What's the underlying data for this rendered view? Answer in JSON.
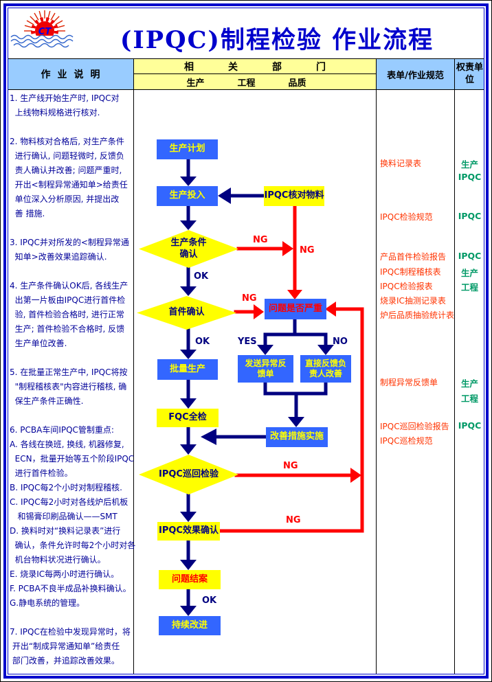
{
  "header": {
    "logo_text": "CT",
    "title": "(IPQC)制程检验  作业流程"
  },
  "table_headers": {
    "work_description": "作业说明",
    "related_departments": "相关部门",
    "departments": [
      "生产",
      "工程",
      "品质"
    ],
    "forms_specs": "表单/作业规范",
    "responsible_unit": "权责单位"
  },
  "work_description": {
    "text": "1. 生产线开始生产时, IPQC对\n  上线物料规格进行核对.\n\n2. 物料核对合格后, 对生产条件\n  进行确认, 问题轻微时, 反馈负\n  责人确认并改善; 问题严重时,\n  开出<制程异常通知单>给责任\n  单位深入分析原因, 并提出改\n  善 措施.\n\n3. IPQC并对所发的<制程异常通\n  知单>改善效果追踪确认.\n\n4. 生产条件确认OK后, 各线生产\n  出第一片板由IPQC进行首件检\n  验, 首件检验合格时, 进行正常\n  生产; 首件检验不合格时, 反馈\n  生产单位改善.\n\n5. 在批量正常生产中, IPQC将按\n  \"制程稽核表\"内容进行稽核, 确\n  保生产条件正确性.\n\n6. PCBA车间IPQC管制重点:\nA. 各线在换班, 换线, 机器修复,\n  ECN，批量开始等五个阶段IPQC\n  进行首件检验。\nB. IPQC每2个小时对制程稽核.\nC. IPQC每2小时对各线炉后机板\n   和锡膏印刷品确认——SMT\nD. 换料时对“换料记录表”进行\n  确认，条件允许时每2个小时对各\n  机台物料状况进行确认。\nE. 烧录IC每两小时进行确认。\nF. PCBA不良半成品补换料确认。\nG.静电系统的管理。\n\n7. IPQC在检验中发现异常时，将\n 开出“制成异常通知单”给责任\n 部门改善，并追踪改善效果。"
  },
  "flow": {
    "nodes": {
      "production_plan": "生产计划",
      "production_input": "生产投入",
      "ipqc_material_check": "IPQC核对物料",
      "production_condition_confirm": "生产条件\n确认",
      "first_article_confirm": "首件确认",
      "problem_serious": "问题是否严重",
      "send_abnormal_feedback": "发送异常反\n馈单",
      "direct_feedback_improve": "直接反馈负\n责人改善",
      "batch_production": "批量生产",
      "fqc_full_inspection": "FQC全检",
      "improvement_implementation": "改善措施实施",
      "ipqc_patrol_inspection": "IPQC巡回检验",
      "ipqc_effect_confirm": "IPQC效果确认",
      "problem_closed": "问题结案",
      "continuous_improvement": "持续改进"
    },
    "edge_labels": {
      "ng1": "NG",
      "ng2": "NG",
      "ng3": "NG",
      "ng4": "NG",
      "ng5": "NG",
      "yes": "YES",
      "no": "NO",
      "ok1": "OK",
      "ok2": "OK",
      "ok3": "OK"
    }
  },
  "forms": {
    "items": [
      "换料记录表",
      "IPQC检验规范",
      "产品首件检验报告",
      "IPQC制程稽核表",
      "IPQC检验报表",
      "烧录IC抽测记录表",
      "炉后品质抽验统计表",
      "制程异常反馈单",
      "IPQC巡回检验报告",
      "IPQC巡检规范"
    ]
  },
  "units": {
    "items": [
      "生产",
      "IPQC",
      "IPQC",
      "IPQC",
      "生产",
      "工程",
      "生产",
      "工程",
      "IPQC"
    ]
  },
  "colors": {
    "title_blue": "#0000CC",
    "header_cell_blue": "#99CCFF",
    "header_cell_yellow": "#FFFF99",
    "process_box_blue": "#3366FF",
    "process_box_yellow": "#FFFF00",
    "arrow_navy": "#000080",
    "arrow_red": "#FF0000",
    "form_text_red": "#FF3300",
    "unit_text_green": "#009966",
    "description_text_navy": "#000099"
  }
}
